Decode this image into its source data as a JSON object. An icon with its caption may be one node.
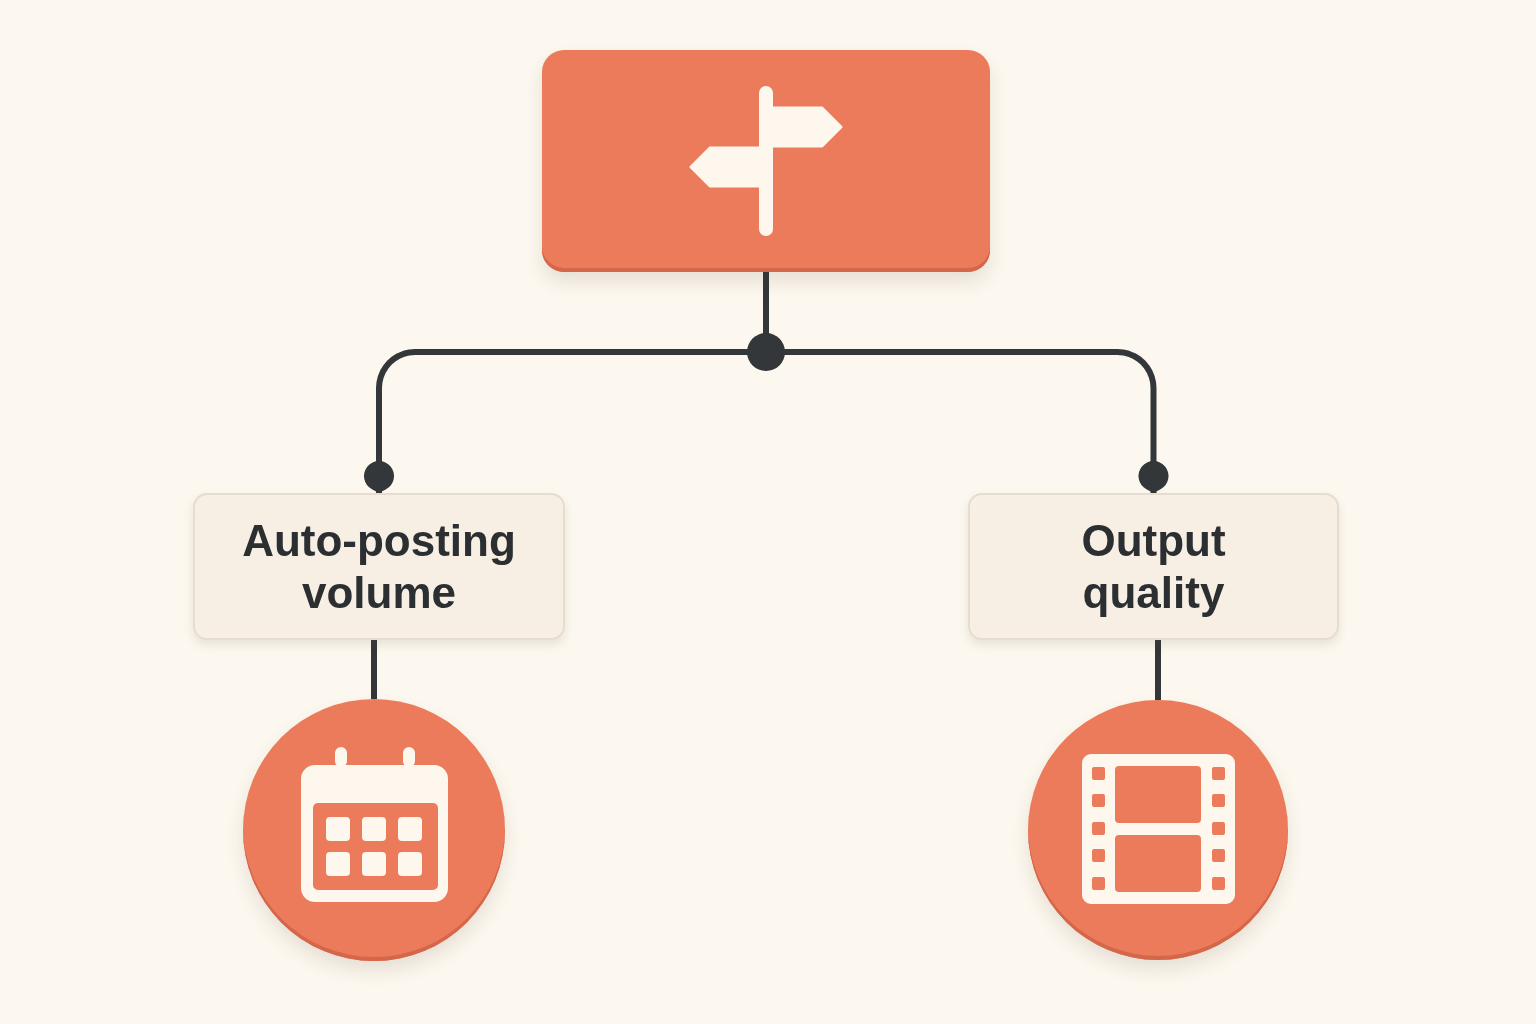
{
  "diagram": {
    "nodes": [
      {
        "text": [],
        "shape": "box"
      },
      {
        "text": [
          "Auto-posting volume"
        ]
      },
      {
        "text": [
          "Output quality"
        ]
      },
      {
        "text": [],
        "shape": "circle"
      },
      {
        "text": [],
        "shape": "circle"
      }
    ],
    "edges": [
      {
        "from": 0,
        "to": 1,
        "arrow": "to"
      },
      {
        "from": 0,
        "to": 2,
        "arrow": "to"
      },
      {
        "from": 1,
        "to": 3,
        "arrow": "none"
      },
      {
        "from": 2,
        "to": 4,
        "arrow": "none"
      }
    ]
  }
}
